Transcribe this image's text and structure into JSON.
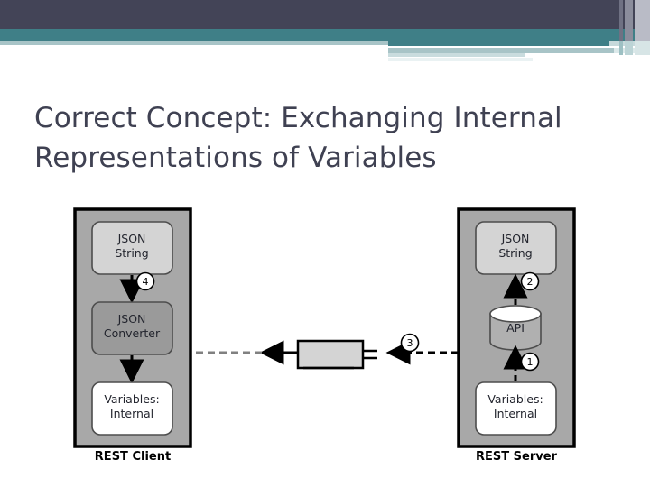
{
  "slide": {
    "title": "Correct Concept: Exchanging Internal Representations of Variables",
    "colors": {
      "header_dark": "#434457",
      "header_teal": "#3f7f87",
      "header_pale": "#a8c4c7",
      "title_text": "#3f4152",
      "panel_fill": "#a8a8a8",
      "panel_border": "#000000",
      "json_string_fill": "#d4d4d4",
      "json_converter_fill": "#9a9a9a",
      "variables_fill": "#ffffff",
      "api_fill": "#b0b0b0",
      "network_box_fill": "#d4d4d4",
      "arrow_solid": "#000000",
      "arrow_gray": "#808080"
    }
  },
  "diagram": {
    "client_panel": {
      "caption": "REST Client",
      "nodes": [
        {
          "id": "client-json-string",
          "label_line1": "JSON",
          "label_line2": "String",
          "shape": "rounded-rect",
          "fill": "#d4d4d4"
        },
        {
          "id": "client-json-converter",
          "label_line1": "JSON",
          "label_line2": "Converter",
          "shape": "rounded-rect",
          "fill": "#9a9a9a"
        },
        {
          "id": "client-variables",
          "label_line1": "Variables:",
          "label_line2": "Internal",
          "shape": "rounded-rect",
          "fill": "#ffffff"
        }
      ],
      "step_markers": [
        {
          "id": "step-4",
          "number": "4",
          "between": "client-json-string → client-json-converter"
        }
      ]
    },
    "server_panel": {
      "caption": "REST Server",
      "nodes": [
        {
          "id": "server-json-string",
          "label_line1": "JSON",
          "label_line2": "String",
          "shape": "rounded-rect",
          "fill": "#d4d4d4"
        },
        {
          "id": "server-api",
          "label_line1": "API",
          "label_line2": "",
          "shape": "cylinder",
          "fill": "#b0b0b0"
        },
        {
          "id": "server-variables",
          "label_line1": "Variables:",
          "label_line2": "Internal",
          "shape": "rounded-rect",
          "fill": "#ffffff"
        }
      ],
      "step_markers": [
        {
          "id": "step-1",
          "number": "1",
          "between": "server-variables → server-api"
        },
        {
          "id": "step-2",
          "number": "2",
          "between": "server-api → server-json-string"
        }
      ]
    },
    "network": {
      "id": "network-link",
      "label": "",
      "step_markers": [
        {
          "id": "step-3",
          "number": "3",
          "between": "server-json-string → client-json-string"
        }
      ]
    },
    "flow_order": [
      "1",
      "2",
      "3",
      "4"
    ]
  }
}
